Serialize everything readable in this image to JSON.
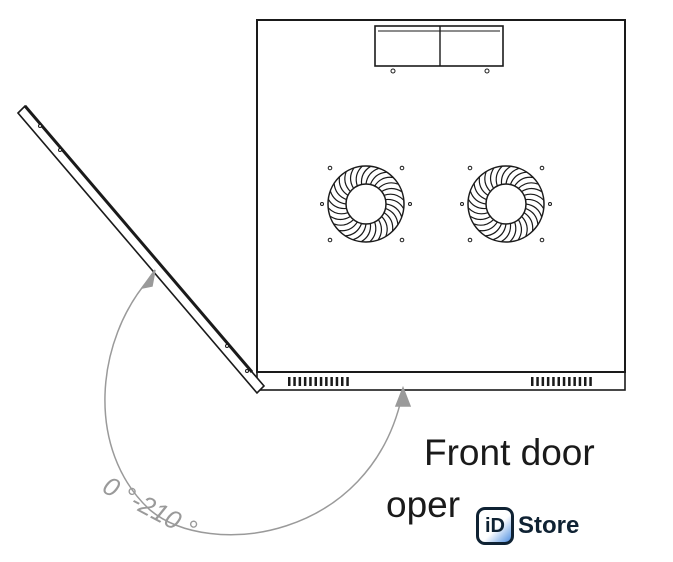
{
  "diagram": {
    "title_line1": "Front door",
    "title_line2": "oper",
    "angle_label": "0 °-210 °",
    "logo_text": "iD Store",
    "logo_badge": "iD",
    "logo_word": "Store",
    "fan_count": 2,
    "line_color": "#1a1a1a",
    "arc_color": "#9a9a9a",
    "logo_accent": "#4f8fe0"
  }
}
